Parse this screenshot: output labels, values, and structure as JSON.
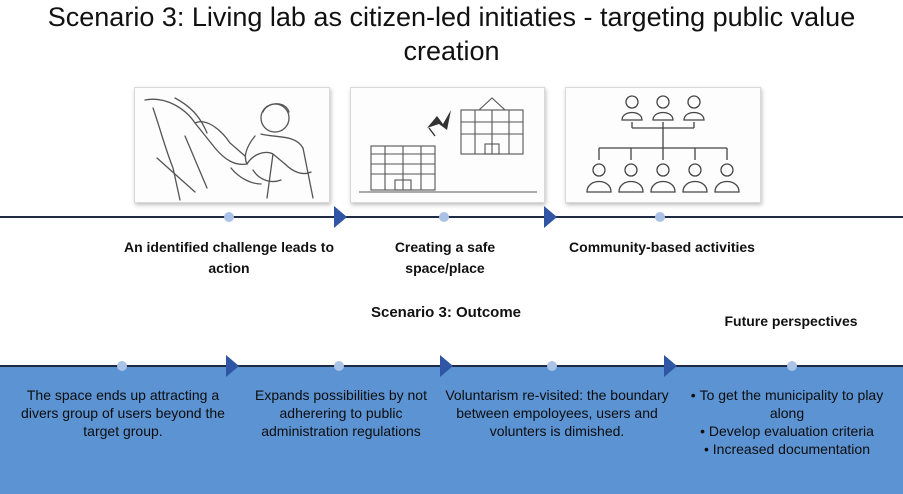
{
  "title": "Scenario 3: Living lab as citizen-led initiaties - targeting public value creation",
  "panels": [
    {
      "name": "handshake-sketch",
      "icon": "handshake-icon"
    },
    {
      "name": "buildings-sketch",
      "icon": "buildings-icon"
    },
    {
      "name": "community-sketch",
      "icon": "community-network-icon"
    }
  ],
  "steps": [
    {
      "label": "An identified challenge leads to action"
    },
    {
      "label": "Creating a safe space/place"
    },
    {
      "label": "Community-based activities"
    }
  ],
  "outcome_heading": "Scenario 3: Outcome",
  "future_heading": "Future perspectives",
  "outcomes": [
    {
      "text": "The space ends up attracting a divers group of users beyond the target group."
    },
    {
      "text": "Expands possibilities by not adherering to public administration regulations"
    },
    {
      "text": "Voluntarism re-visited: the boundary between empoloyees, users and volunters is dimished."
    }
  ],
  "future_items": [
    "To get the municipality to play along",
    "Develop evaluation criteria",
    "Increased documentation"
  ],
  "colors": {
    "band": "#5b93d3",
    "arrow": "#2f55a4",
    "line": "#1f2a44",
    "dot": "#a9c2e6"
  }
}
